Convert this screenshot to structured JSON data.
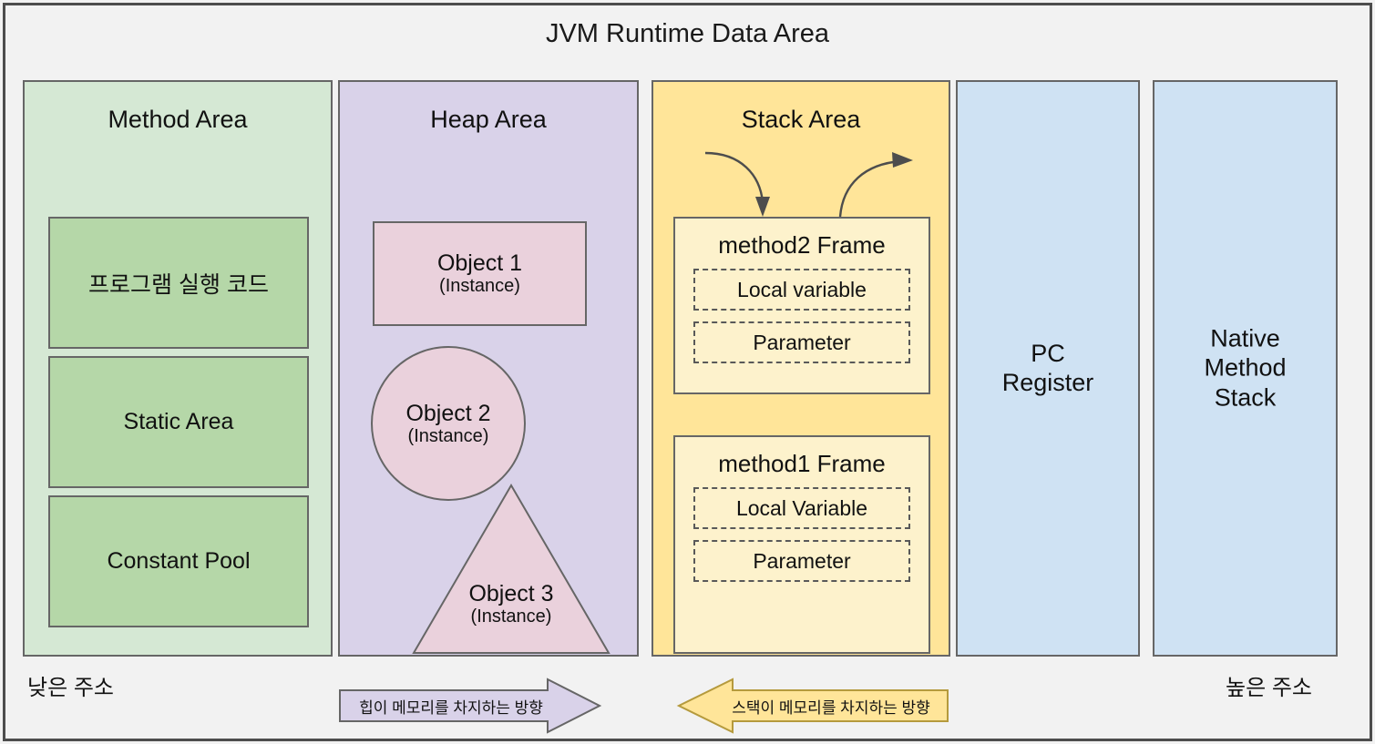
{
  "diagram": {
    "title": "JVM Runtime Data Area",
    "colors": {
      "canvas_background": "#f2f2f2",
      "outer_border": "#4d4d4d",
      "method_area_fill": "#d5e8d4",
      "method_inner_fill": "#b5d7a8",
      "heap_area_fill": "#d9d2e9",
      "heap_object_fill": "#ead1dc",
      "stack_area_fill": "#ffe599",
      "stack_frame_fill": "#fdf2cc",
      "register_fill": "#cfe2f3",
      "shape_border": "#666666",
      "heap_arrow_fill": "#d9d2e9",
      "stack_arrow_fill": "#ffe599"
    }
  },
  "columns": {
    "method_area": {
      "title": "Method Area",
      "boxes": [
        {
          "label": "프로그램 실행 코드"
        },
        {
          "label": "Static Area"
        },
        {
          "label": "Constant Pool"
        }
      ]
    },
    "heap_area": {
      "title": "Heap Area",
      "objects": [
        {
          "shape": "rectangle",
          "label": "Object 1",
          "sublabel": "(Instance)"
        },
        {
          "shape": "circle",
          "label": "Object 2",
          "sublabel": "(Instance)"
        },
        {
          "shape": "triangle",
          "label": "Object 3",
          "sublabel": "(Instance)"
        }
      ]
    },
    "stack_area": {
      "title": "Stack Area",
      "push_arrow_icon": "curved-arrow-down-icon",
      "pop_arrow_icon": "curved-arrow-up-icon",
      "frames": [
        {
          "title": "method2 Frame",
          "slots": [
            "Local variable",
            "Parameter"
          ]
        },
        {
          "title": "method1 Frame",
          "slots": [
            "Local Variable",
            "Parameter"
          ]
        }
      ]
    },
    "pc_register": {
      "title": "PC Register",
      "line1": "PC",
      "line2": "Register"
    },
    "native_method_stack": {
      "title": "Native Method Stack",
      "line1": "Native",
      "line2": "Method",
      "line3": "Stack"
    }
  },
  "footer": {
    "low_address_label": "낮은 주소",
    "high_address_label": "높은 주소",
    "heap_direction_arrow": {
      "label": "힙이 메모리를 차지하는 방향",
      "direction": "right"
    },
    "stack_direction_arrow": {
      "label": "스택이 메모리를 차지하는 방향",
      "direction": "left"
    }
  }
}
